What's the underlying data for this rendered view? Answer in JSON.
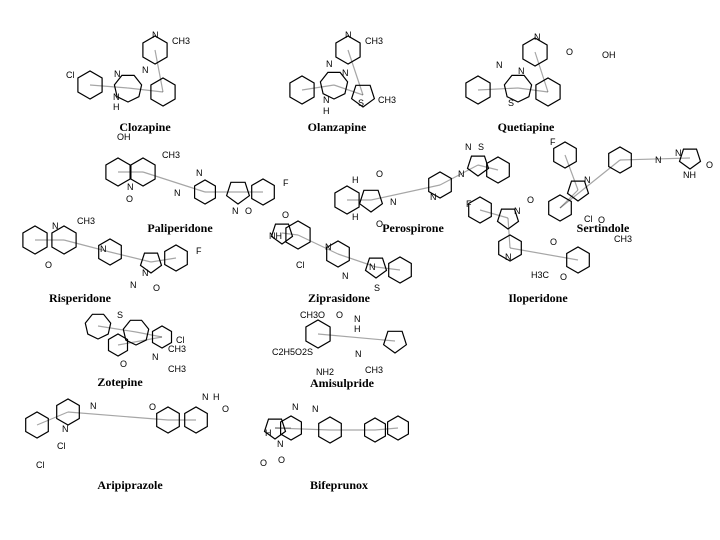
{
  "molecules": [
    {
      "name": "Clozapine",
      "atoms": [
        "Cl",
        "N",
        "N",
        "N",
        "CH3",
        "N",
        "H"
      ]
    },
    {
      "name": "Olanzapine",
      "atoms": [
        "N",
        "N",
        "N",
        "CH3",
        "N",
        "H",
        "S",
        "CH3"
      ]
    },
    {
      "name": "Quetiapine",
      "atoms": [
        "N",
        "N",
        "N",
        "O",
        "OH",
        "S"
      ]
    },
    {
      "name": "Paliperidone",
      "atoms": [
        "OH",
        "N",
        "CH3",
        "N",
        "O",
        "N",
        "F",
        "N",
        "O"
      ]
    },
    {
      "name": "Perospirone",
      "atoms": [
        "O",
        "N",
        "O",
        "H",
        "H",
        "N",
        "N",
        "N",
        "S"
      ]
    },
    {
      "name": "Sertindole",
      "atoms": [
        "F",
        "N",
        "N",
        "N",
        "NH",
        "O",
        "Cl"
      ]
    },
    {
      "name": "Risperidone",
      "atoms": [
        "N",
        "CH3",
        "N",
        "O",
        "N",
        "F",
        "N",
        "O"
      ]
    },
    {
      "name": "Ziprasidone",
      "atoms": [
        "O",
        "NH",
        "Cl",
        "N",
        "N",
        "N",
        "S"
      ]
    },
    {
      "name": "Iloperidone",
      "atoms": [
        "F",
        "N",
        "O",
        "N",
        "H3C",
        "O",
        "O",
        "O",
        "CH3"
      ]
    },
    {
      "name": "Zotepine",
      "atoms": [
        "S",
        "Cl",
        "O",
        "N",
        "CH3",
        "CH3"
      ]
    },
    {
      "name": "Amisulpride",
      "atoms": [
        "CH3O",
        "O",
        "N",
        "H",
        "C2H5O2S",
        "NH2",
        "N",
        "CH3"
      ]
    },
    {
      "name": "Aripiprazole",
      "atoms": [
        "N",
        "N",
        "O",
        "N",
        "H",
        "O",
        "Cl",
        "Cl"
      ]
    },
    {
      "name": "Bifeprunox",
      "atoms": [
        "N",
        "N",
        "N",
        "H",
        "O",
        "O"
      ]
    }
  ]
}
